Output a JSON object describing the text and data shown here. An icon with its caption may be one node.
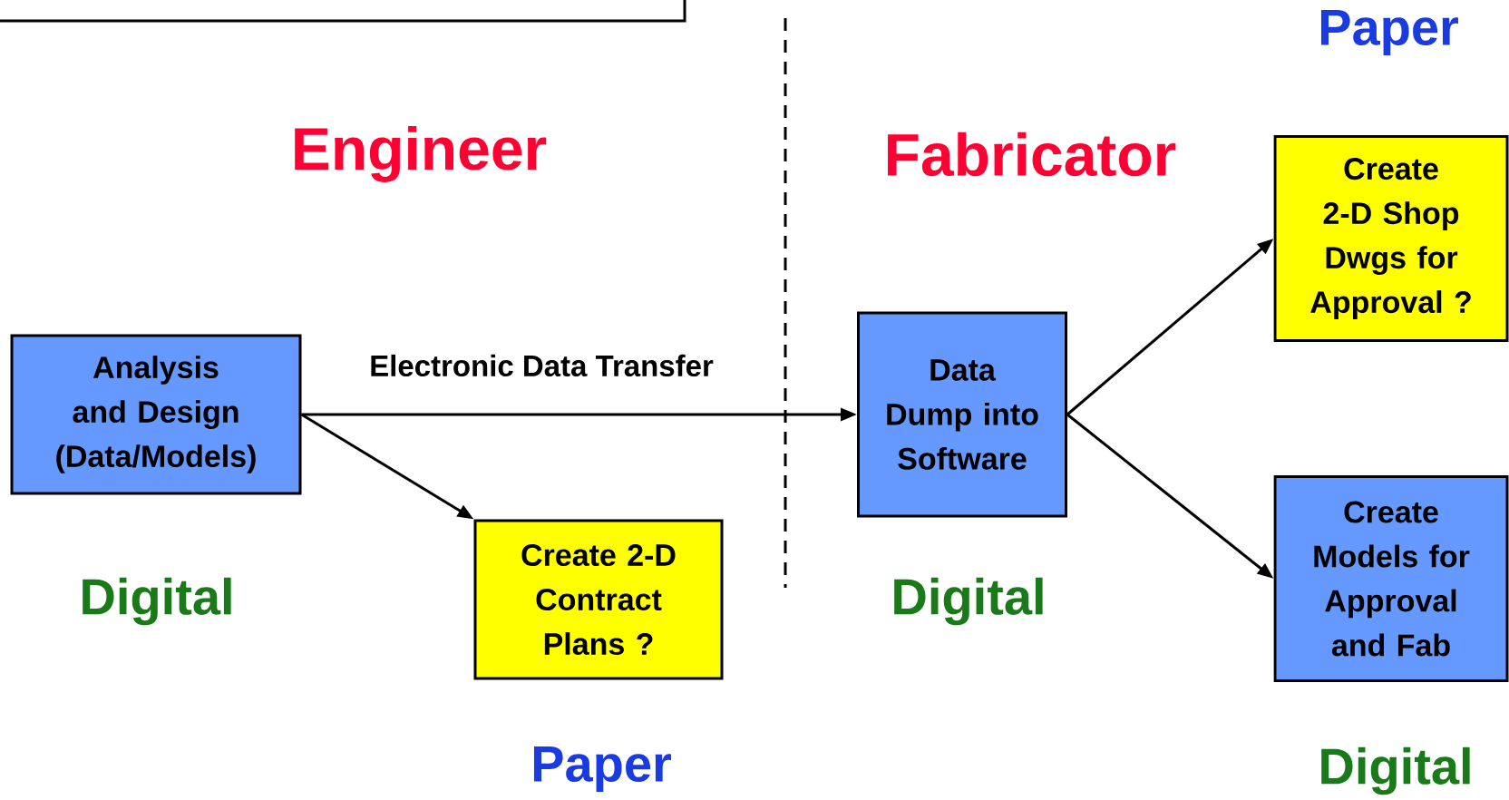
{
  "diagram": {
    "nodes": [
      {
        "text": [
          "Analysis and Design (Data/Models)"
        ],
        "beside": [
          "Digital"
        ]
      },
      {
        "text": [
          "Create 2-D Contract Plans ?"
        ],
        "beside": [
          "Paper"
        ]
      },
      {
        "text": [
          "Data Dump into Software"
        ],
        "beside": [
          "Digital"
        ]
      },
      {
        "text": [
          "Create 2-D Shop Dwgs for Approval ?"
        ],
        "beside": [
          "Paper"
        ]
      },
      {
        "text": [
          "Create Models for Approval and Fab"
        ],
        "beside": [
          "Digital"
        ]
      }
    ],
    "edges": [
      {
        "from": 0,
        "to": 2,
        "arrow": "to",
        "label": "Electronic Data Transfer"
      },
      {
        "from": 0,
        "to": 1,
        "arrow": "to"
      },
      {
        "from": 2,
        "to": 3,
        "arrow": "to"
      },
      {
        "from": 2,
        "to": 4,
        "arrow": "to"
      }
    ],
    "labels": [
      "Engineer",
      "Fabricator"
    ]
  }
}
